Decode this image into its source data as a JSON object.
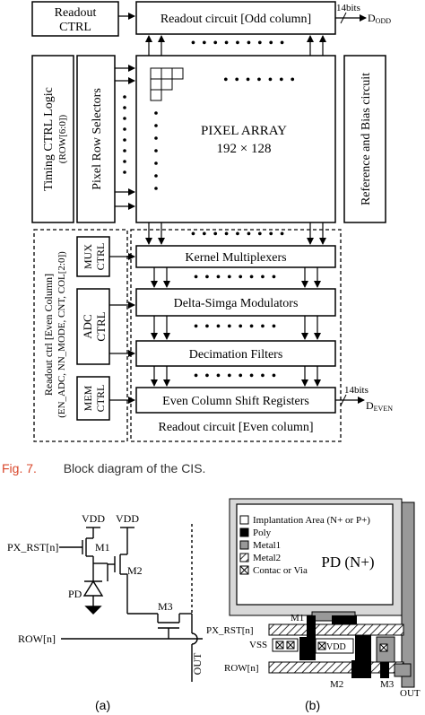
{
  "fig7": {
    "readout_ctrl": "Readout CTRL",
    "readout_odd": "Readout circuit [Odd column]",
    "bits_top": "14bits",
    "d_odd_main": "D",
    "d_odd_sub": "ODD",
    "timing_title": "Timing CTRL Logic",
    "timing_sub": "(ROW[6:0])",
    "pixel_row_selectors": "Pixel Row Selectors",
    "pixel_array": "PIXEL ARRAY",
    "pixel_array_dims": "192 × 128",
    "ref_bias": "Reference and Bias circuit",
    "readout_even_ctrl_title": "Readout ctrl [Even Column]",
    "readout_even_ctrl_sub": "(EN_ADC, NN_MODE, CNT, COL[2:0])",
    "mux_ctrl_1": "MUX",
    "mux_ctrl_2": "CTRL",
    "adc_ctrl_1": "ADC",
    "adc_ctrl_2": "CTRL",
    "mem_ctrl_1": "MEM",
    "mem_ctrl_2": "CTRL",
    "kernel_mux": "Kernel Multiplexers",
    "delta_sigma": "Delta-Simga Modulators",
    "decimation": "Decimation Filters",
    "even_shift": "Even Column Shift Registers",
    "readout_even": "Readout circuit [Even column]",
    "bits_bottom": "14bits",
    "d_even_main": "D",
    "d_even_sub": "EVEN"
  },
  "caption": {
    "label": "Fig. 7.",
    "text": "Block diagram of the CIS."
  },
  "schematic": {
    "vdd_left": "VDD",
    "vdd_right": "VDD",
    "px_rst": "PX_RST[n]",
    "m1": "M1",
    "m2": "M2",
    "pd": "PD",
    "m3": "M3",
    "row": "ROW[n]",
    "out": "OUT",
    "label": "(a)"
  },
  "layout_view": {
    "legend": [
      "Implantation Area (N+ or P+)",
      "Poly",
      "Metal1",
      "Metal2",
      "Contac or Via"
    ],
    "pd_label": "PD (N+)",
    "m1": "M1",
    "px_rst": "PX_RST[n]",
    "vss": "VSS",
    "vdd": "VDD",
    "row": "ROW[n]",
    "m2": "M2",
    "m3": "M3",
    "out": "OUT",
    "label": "(b)"
  }
}
